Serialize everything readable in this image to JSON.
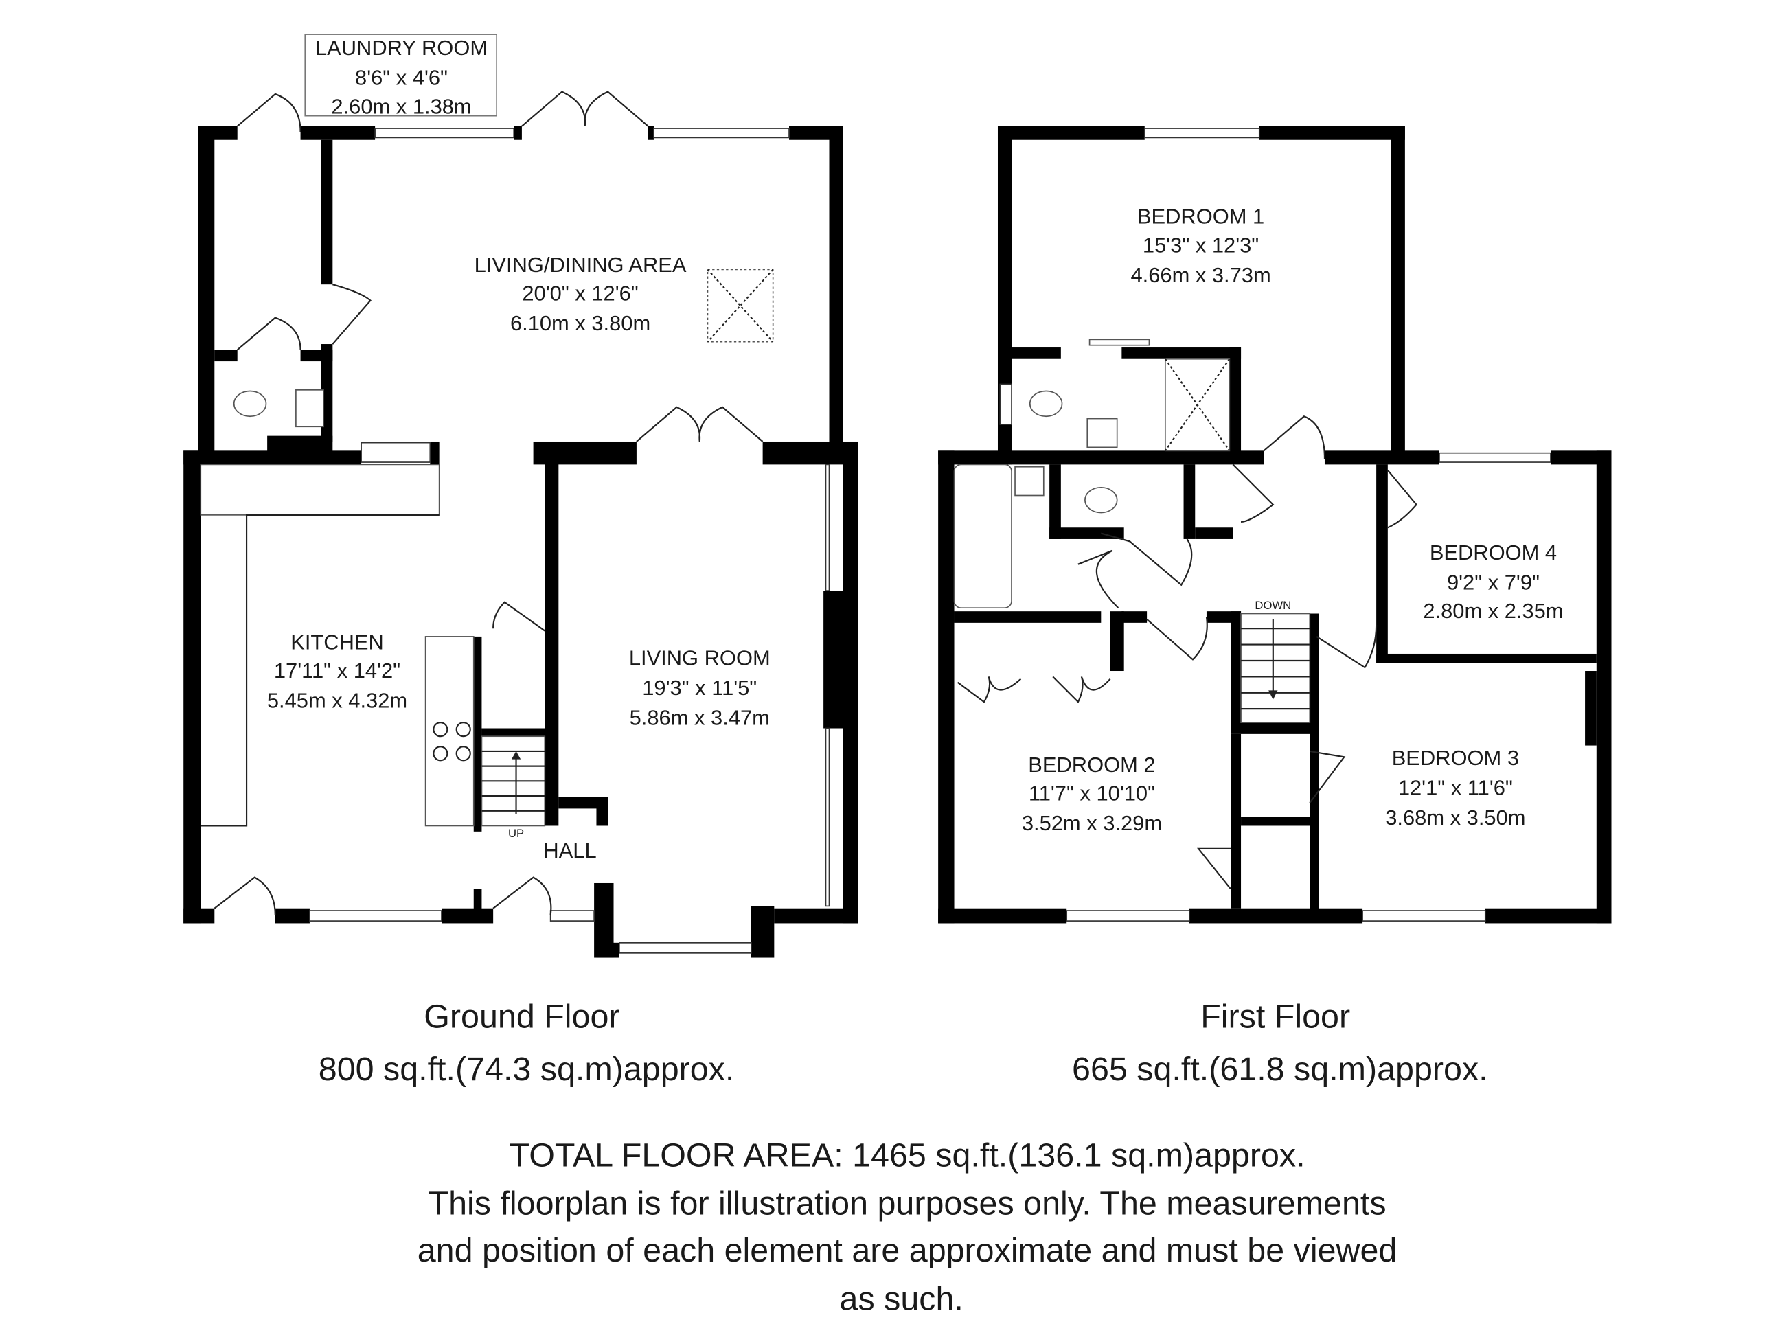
{
  "ground_floor": {
    "title": "Ground Floor",
    "area": "800 sq.ft.(74.3 sq.m)approx.",
    "rooms": [
      {
        "name": "LAUNDRY ROOM",
        "imperial": "8'6\" x 4'6\"",
        "metric": "2.60m x 1.38m"
      },
      {
        "name": "LIVING/DINING AREA",
        "imperial": "20'0\" x 12'6\"",
        "metric": "6.10m x 3.80m"
      },
      {
        "name": "KITCHEN",
        "imperial": "17'11\" x 14'2\"",
        "metric": "5.45m x 4.32m"
      },
      {
        "name": "LIVING ROOM",
        "imperial": "19'3\" x 11'5\"",
        "metric": "5.86m x 3.47m"
      },
      {
        "name": "HALL"
      }
    ],
    "stairs_label": "UP"
  },
  "first_floor": {
    "title": "First Floor",
    "area": "665 sq.ft.(61.8 sq.m)approx.",
    "rooms": [
      {
        "name": "BEDROOM 1",
        "imperial": "15'3\" x 12'3\"",
        "metric": "4.66m x 3.73m"
      },
      {
        "name": "BEDROOM 4",
        "imperial": "9'2\" x 7'9\"",
        "metric": "2.80m x 2.35m"
      },
      {
        "name": "BEDROOM 2",
        "imperial": "11'7\" x 10'10\"",
        "metric": "3.52m x 3.29m"
      },
      {
        "name": "BEDROOM 3",
        "imperial": "12'1\" x 11'6\"",
        "metric": "3.68m x 3.50m"
      }
    ],
    "stairs_label": "DOWN"
  },
  "footer": {
    "total": "TOTAL FLOOR AREA: 1465 sq.ft.(136.1 sq.m)approx.",
    "disclaimer_lines": [
      "This floorplan is for illustration purposes only. The measurements",
      "and position of each element are approximate and must be viewed",
      "as such."
    ]
  }
}
